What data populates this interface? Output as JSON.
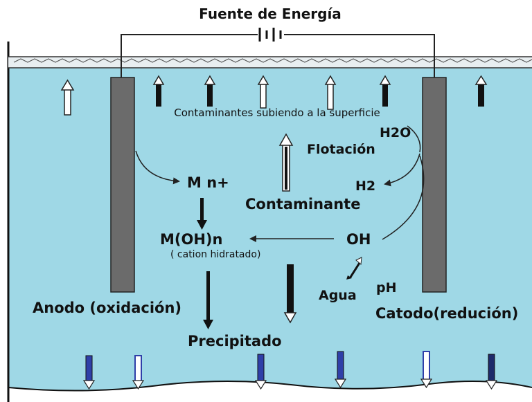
{
  "title": "Fuente de Energía",
  "labels": {
    "contaminants_rising": "Contaminantes subiendo a la superficie",
    "h2o": "H2O",
    "flotation": "Flotación",
    "metal_ion": "M n+",
    "h2": "H2",
    "contaminant": "Contaminante",
    "hydroxide_complex": "M(OH)n",
    "hydrated_cation": "( cation hidratado)",
    "oh": "OH",
    "water": "Agua",
    "ph": "pH",
    "anode": "Anodo (oxidación)",
    "cathode": "Catodo(redución)",
    "precipitate": "Precipitado"
  },
  "colors": {
    "water": "#9fd8e6",
    "electrode": "#6b6b6b",
    "wire": "#222222",
    "arrow_dark": "#111111",
    "arrow_blue": "#2f3fa8",
    "arrow_outline": "#ffffff"
  }
}
